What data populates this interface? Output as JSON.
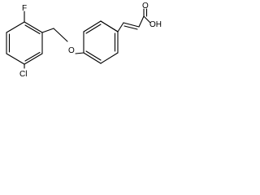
{
  "molecule": {
    "atom_labels": {
      "fluorine": "F",
      "chlorine": "Cl",
      "ether_oxygen": "O",
      "carbonyl_oxygen": "O",
      "hydroxyl": "OH"
    },
    "line_color": "#000000",
    "background_color": "#ffffff"
  }
}
